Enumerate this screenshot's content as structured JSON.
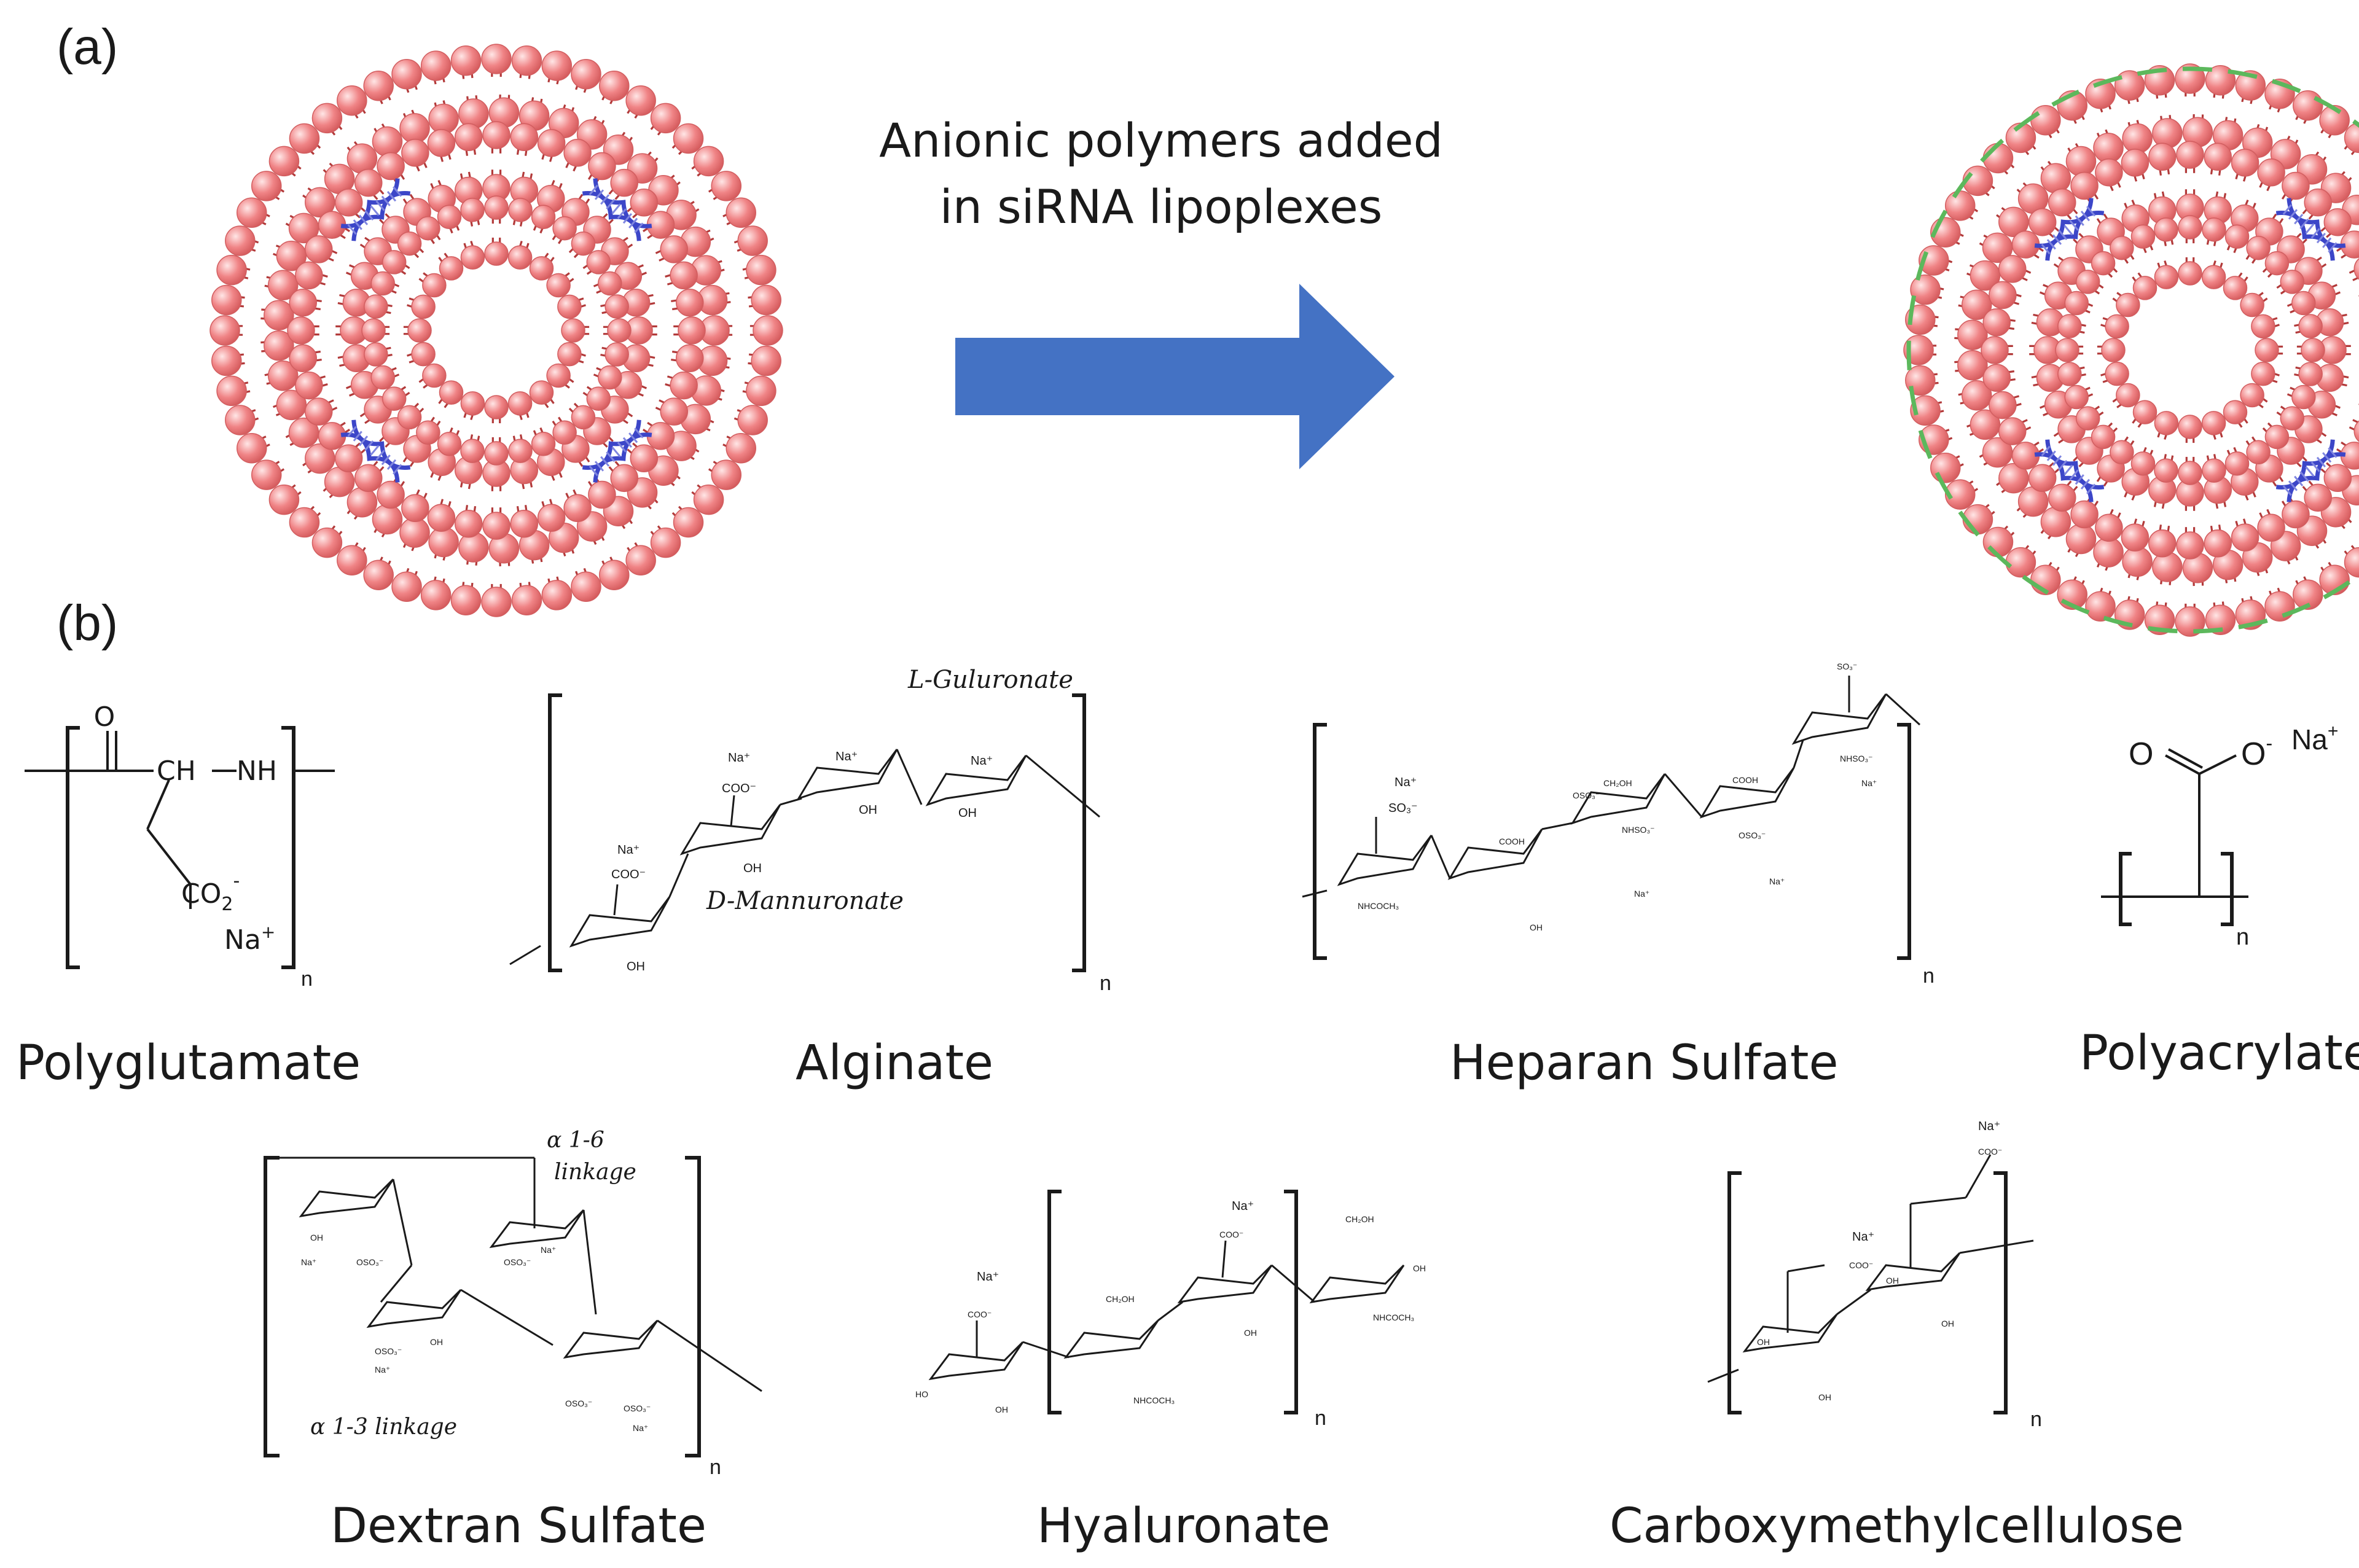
{
  "panels": {
    "a": "(a)",
    "b": "(b)"
  },
  "arrow": {
    "line1": "Anionic polymers added",
    "line2": "in siRNA lipoplexes",
    "color": "#4472c4"
  },
  "colors": {
    "lipid_head": "#e8787a",
    "lipid_tail": "#b23a3a",
    "sirna": "#3c46c8",
    "polymer_coat": "#5cb85c"
  },
  "captions": {
    "polyglutamate": "Polyglutamate",
    "alginate": "Alginate",
    "heparan": "Heparan Sulfate",
    "polyacrylate": "Polyacrylate",
    "dextran": "Dextran Sulfate",
    "hyaluronate": "Hyaluronate",
    "cmc": "Carboxymethylcellulose"
  },
  "structures": {
    "polyglutamate": {
      "o": "O",
      "ch": "CH",
      "nh": "NH",
      "co2": "CO",
      "co2_sub": "2",
      "co2_sup": "-",
      "na": "Na",
      "na_sup": "+",
      "n": "n"
    },
    "alginate": {
      "guluronate": "L-Guluronate",
      "mannuronate": "D-Mannuronate",
      "na": "Na⁺",
      "coo": "COO⁻",
      "oh": "OH",
      "n": "n"
    },
    "heparan": {
      "na": "Na⁺",
      "so3": "SO₃⁻",
      "cooh": "COOH",
      "ch2oh": "CH₂OH",
      "nhso3": "NHSO₃⁻",
      "nhcoch3": "NHCOCH₃",
      "oso3": "OSO₃⁻",
      "oh": "OH",
      "n": "n"
    },
    "polyacrylate": {
      "o": "O",
      "o_minus": "O",
      "o_sup": "-",
      "na": "Na",
      "na_sup": "+",
      "n": "n"
    },
    "dextran": {
      "link16_a": "α 1-6",
      "link16_b": "linkage",
      "link13": "α 1-3 linkage",
      "oso3": "OSO₃⁻",
      "na": "Na⁺",
      "oh": "OH",
      "n": "n"
    },
    "hyaluronate": {
      "na": "Na⁺",
      "coo": "COO⁻",
      "ch2oh": "CH₂OH",
      "nhcoch3": "NHCOCH₃",
      "oh": "OH",
      "ho": "HO",
      "n": "n"
    },
    "cmc": {
      "na": "Na⁺",
      "coo": "COO⁻",
      "oh": "OH",
      "n": "n"
    }
  }
}
